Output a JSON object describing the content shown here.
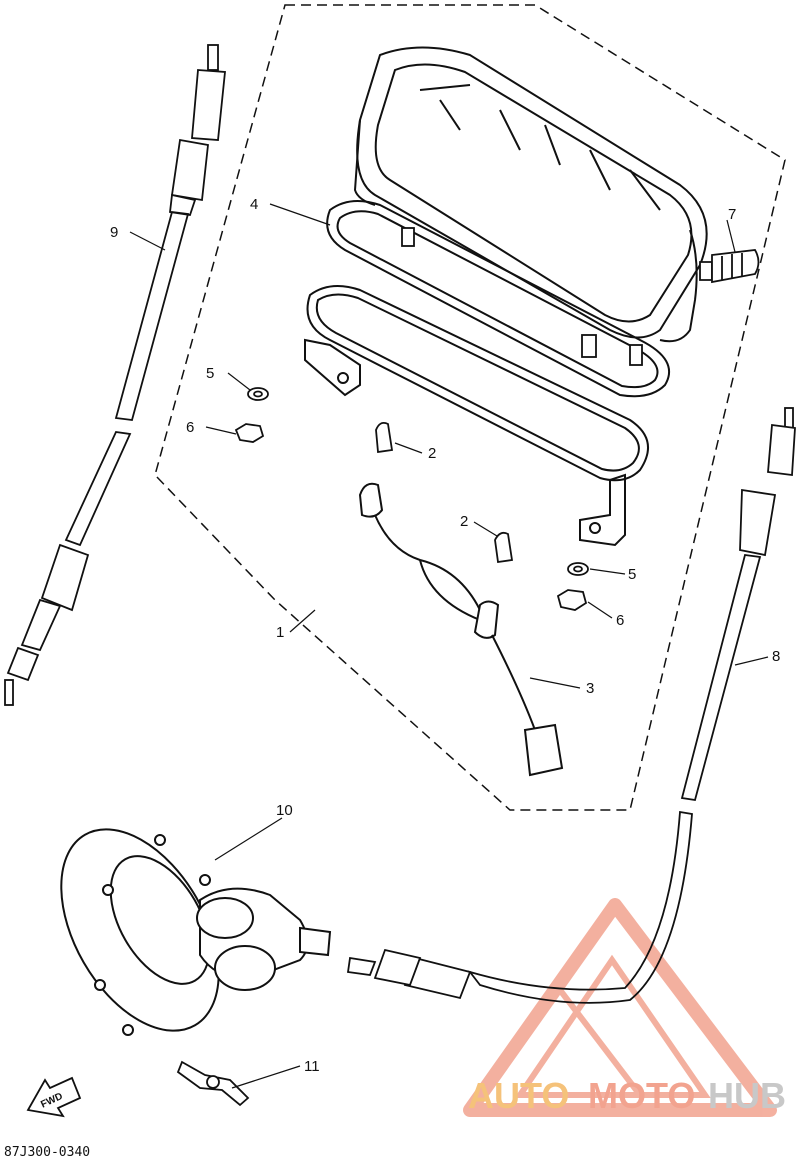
{
  "labels": {
    "p1": "1",
    "p2a": "2",
    "p2b": "2",
    "p3": "3",
    "p4": "4",
    "p5a": "5",
    "p5b": "5",
    "p6a": "6",
    "p6b": "6",
    "p7": "7",
    "p8": "8",
    "p9": "9",
    "p10": "10",
    "p11": "11"
  },
  "diagram_code": "87J300-0340",
  "fwd": "FWD",
  "watermark": {
    "auto": "AUTO",
    "moto": "MOTO",
    "hub": "HUB",
    "color_accent": "#f2a38f",
    "color_orange": "#f5c27a",
    "color_hub": "#c8c8c8"
  }
}
